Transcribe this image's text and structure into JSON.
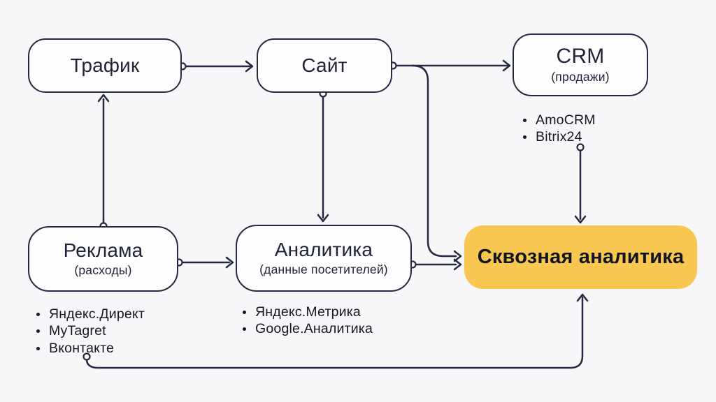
{
  "theme": {
    "background": "#f7f7f9",
    "canvas_fill": "#fdfdfe",
    "line_color": "#252a41",
    "text_color": "#1f2335",
    "highlight_fill": "#f8c751",
    "highlight_text": "#13151c"
  },
  "nodes": {
    "traffic": {
      "title": "Трафик"
    },
    "site": {
      "title": "Сайт"
    },
    "crm": {
      "title": "CRM",
      "subtitle": "(продажи)"
    },
    "ads": {
      "title": "Реклама",
      "subtitle": "(расходы)"
    },
    "analytics": {
      "title": "Аналитика",
      "subtitle": "(данные посетителей)"
    },
    "end_to_end": {
      "title": "Сквозная аналитика"
    }
  },
  "lists": {
    "crm_tools": {
      "items": [
        "AmoCRM",
        "Bitrix24"
      ]
    },
    "ads_tools": {
      "items": [
        "Яндекс.Директ",
        "MyTagret",
        "Вконтакте"
      ]
    },
    "analytics_tools": {
      "items": [
        "Яндекс.Метрика",
        "Google.Аналитика"
      ]
    }
  }
}
